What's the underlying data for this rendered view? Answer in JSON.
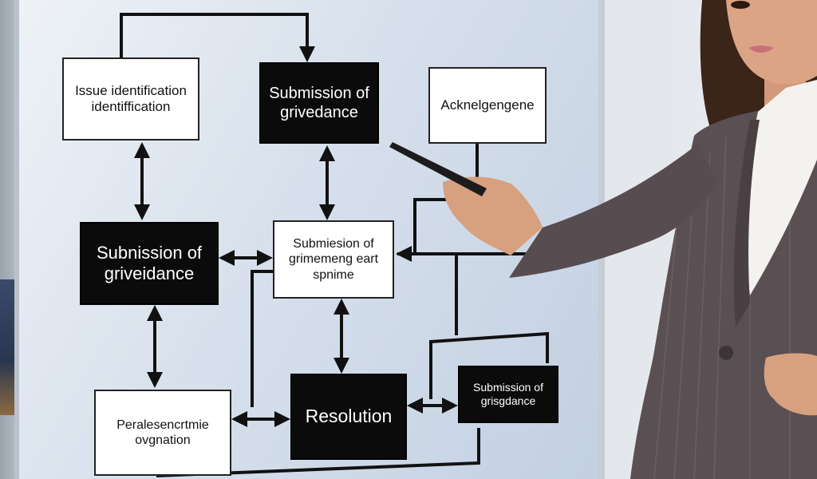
{
  "flowchart": {
    "issue_identification": {
      "line1": "Issue identification",
      "line2": "identiffication"
    },
    "submission_top": {
      "line1": "Submission of",
      "line2": "grivedance"
    },
    "acknowledgement": {
      "line1": "Acknelgengene"
    },
    "submission_left": {
      "line1": "Subnission of",
      "line2": "griveidance"
    },
    "submission_middle": {
      "line1": "Submiesion of",
      "line2": "grimemeng eart",
      "line3": "spnime"
    },
    "resolution": {
      "line1": "Resolution"
    },
    "submission_right": {
      "line1": "Submission of",
      "line2": "grisgdance"
    },
    "performance": {
      "line1": "Peralesencrtmie",
      "line2": "ovgnation"
    }
  },
  "colors": {
    "board": "#d7e0ec",
    "box_dark": "#0b0b0b",
    "box_light": "#ffffff",
    "arrow": "#111111",
    "suit": "#5a4f52",
    "shirt": "#f4f2ef",
    "hair": "#3b2418",
    "skin": "#d9a283"
  },
  "icons": {
    "pointer": "pen-pointer-icon"
  }
}
